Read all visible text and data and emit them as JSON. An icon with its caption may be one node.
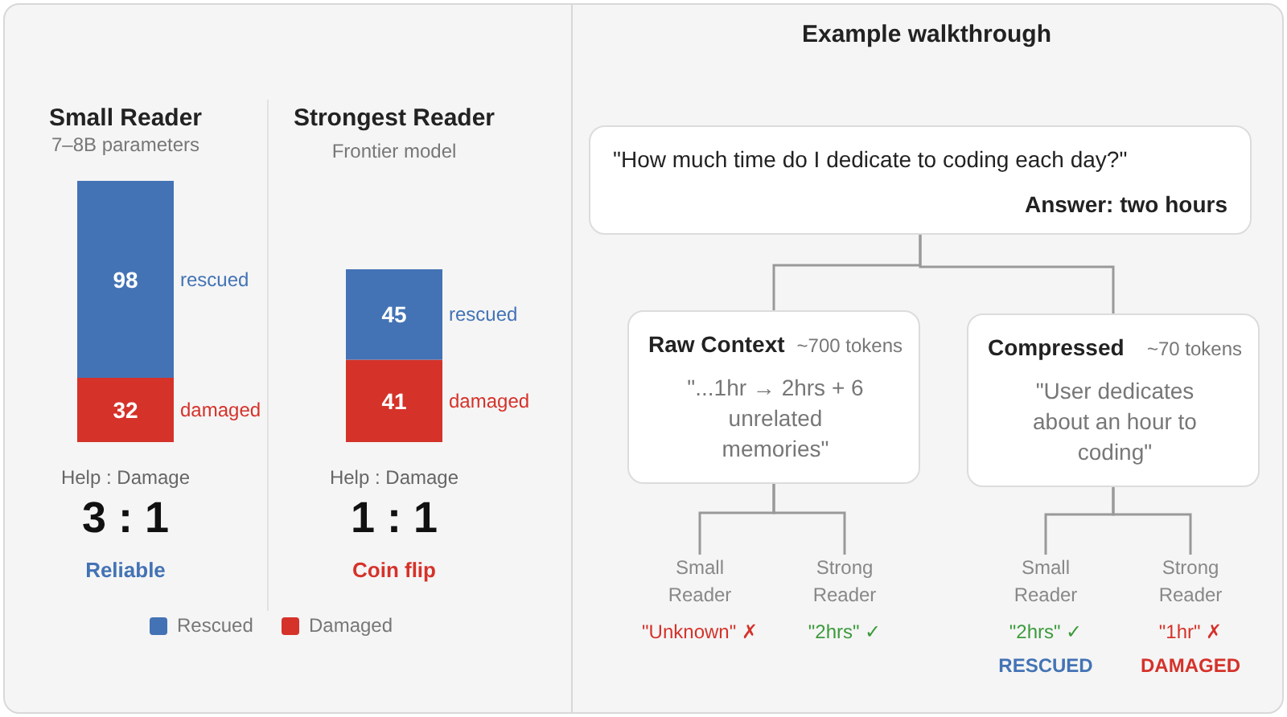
{
  "diagram": {
    "title": "Example walkthrough",
    "nodes": [
      {
        "text": [
          "\"How much time do I dedicate to coding each day?\"",
          "Answer: two hours"
        ]
      },
      {
        "text": [
          "Raw Context",
          "~700 tokens",
          "\"...1hr → 2hrs + 6 unrelated memories\""
        ]
      },
      {
        "text": [
          "Compressed",
          "~70 tokens",
          "\"User dedicates about an hour to coding\""
        ]
      },
      {
        "text": [
          "Small Reader",
          "\"Unknown\" ✗"
        ]
      },
      {
        "text": [
          "Strong Reader",
          "\"2hrs\" ✓"
        ]
      },
      {
        "text": [
          "Small Reader",
          "\"2hrs\" ✓",
          "RESCUED"
        ]
      },
      {
        "text": [
          "Strong Reader",
          "\"1hr\" ✗",
          "DAMAGED"
        ]
      }
    ],
    "edges": [
      {
        "from": 0,
        "to": 1,
        "arrow": "none"
      },
      {
        "from": 0,
        "to": 2,
        "arrow": "none"
      },
      {
        "from": 1,
        "to": 3,
        "arrow": "none"
      },
      {
        "from": 1,
        "to": 4,
        "arrow": "none"
      },
      {
        "from": 2,
        "to": 5,
        "arrow": "none"
      },
      {
        "from": 2,
        "to": 6,
        "arrow": "none"
      }
    ],
    "labels": [
      "7–8B parameters",
      "Frontier model",
      "rescued",
      "damaged",
      "rescued",
      "damaged",
      "Help : Damage",
      "3 : 1",
      "Reliable",
      "Help : Damage",
      "1 : 1",
      "Coin flip"
    ],
    "chart_data": {
      "type": "bar",
      "categories": [
        "Small Reader",
        "Strongest Reader"
      ],
      "stacked": true,
      "data_labels": true,
      "series": [
        {
          "name": "Rescued",
          "color": "#4373b5",
          "values": [
            98,
            45
          ]
        },
        {
          "name": "Damaged",
          "color": "#d5322a",
          "values": [
            32,
            41
          ]
        }
      ]
    }
  }
}
